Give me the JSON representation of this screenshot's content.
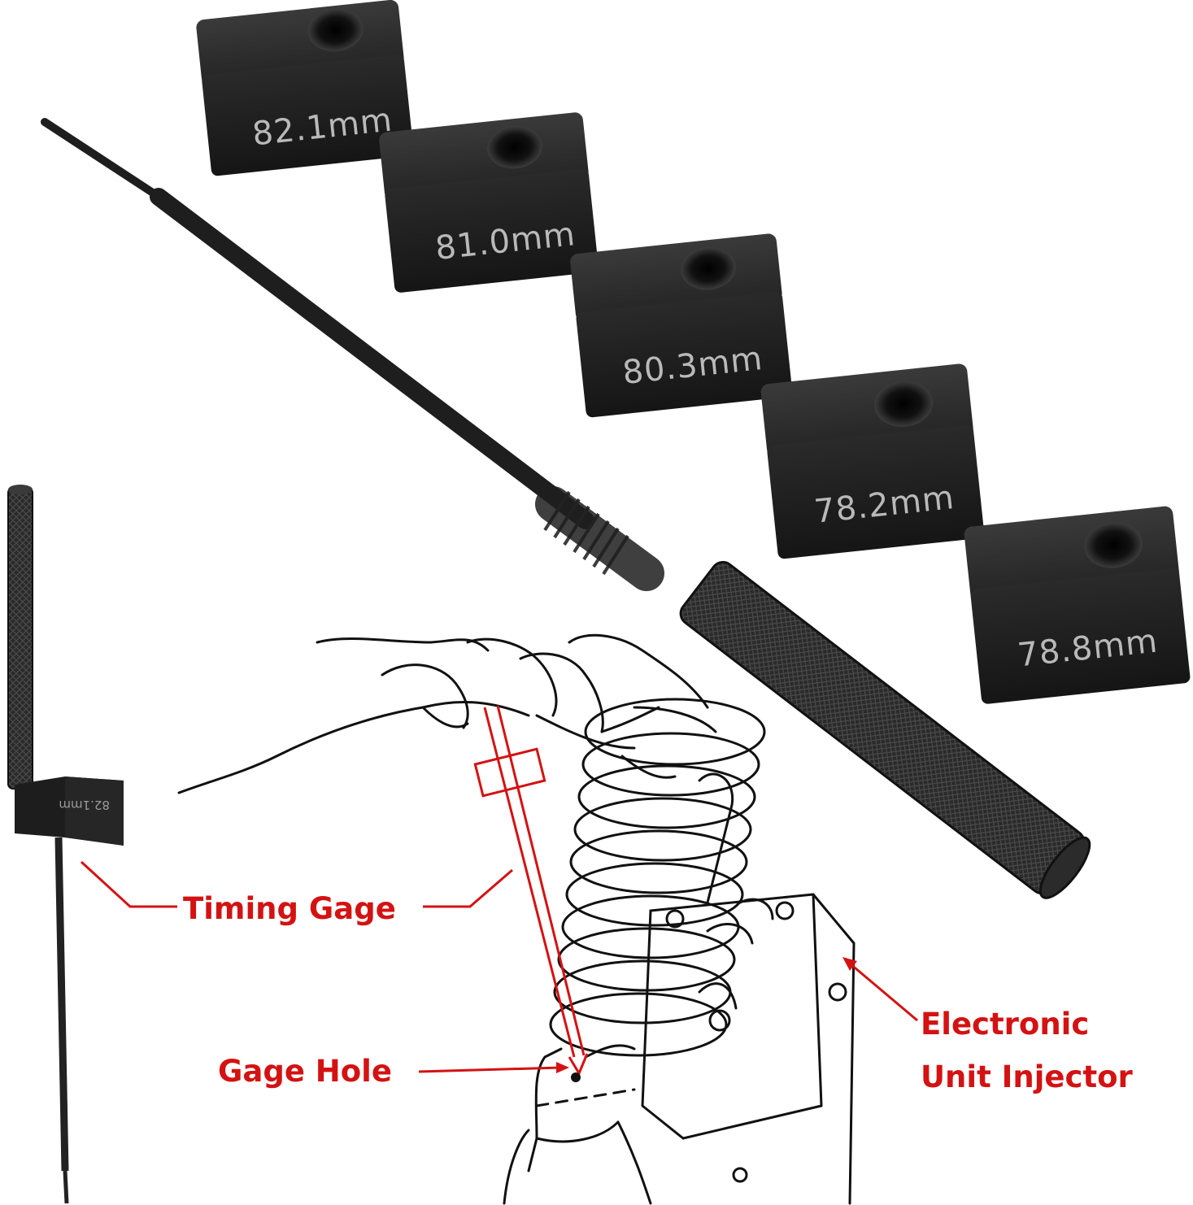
{
  "gauge_blocks": [
    {
      "label": "82.1mm"
    },
    {
      "label": "81.0mm"
    },
    {
      "label": "80.3mm"
    },
    {
      "label": "78.2mm"
    },
    {
      "label": "78.8mm"
    }
  ],
  "assembled_block_label": "82.1mm",
  "callouts": {
    "timing_gage": "Timing Gage",
    "gage_hole": "Gage Hole",
    "injector_line1": "Electronic",
    "injector_line2": "Unit Injector"
  },
  "colors": {
    "tool": "#1e1e1e",
    "annotation": "#d41212",
    "engraving": "#b9b9b9"
  }
}
